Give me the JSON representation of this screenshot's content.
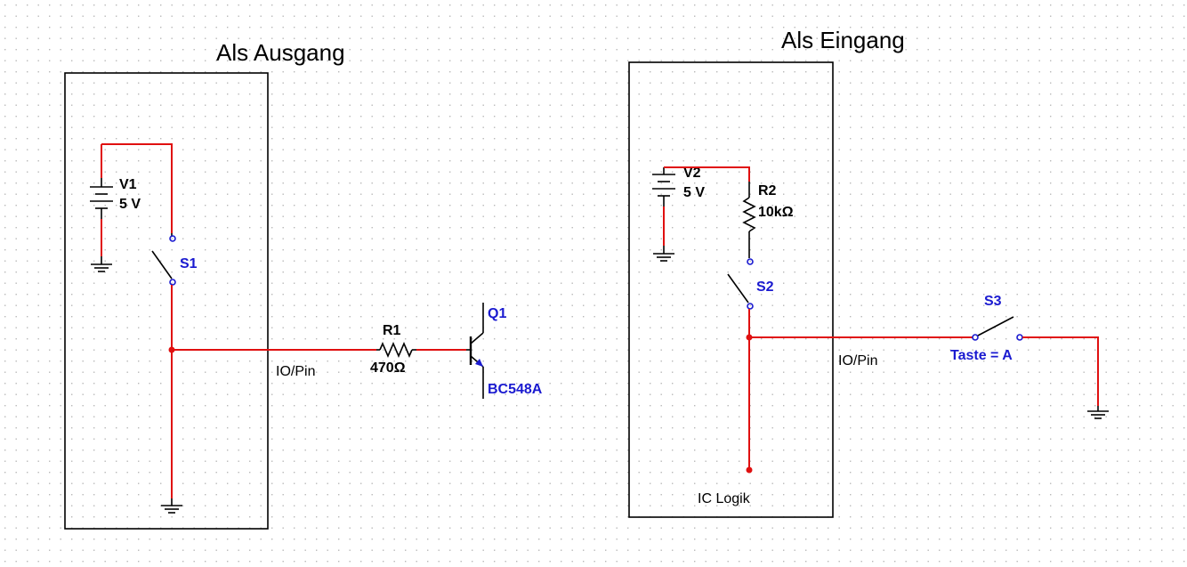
{
  "titles": {
    "left": "Als Ausgang",
    "right": "Als Eingang"
  },
  "components": {
    "v1": {
      "name": "V1",
      "value": "5 V"
    },
    "s1": {
      "name": "S1"
    },
    "r1": {
      "name": "R1",
      "value": "470Ω"
    },
    "q1": {
      "name": "Q1",
      "model": "BC548A"
    },
    "v2": {
      "name": "V2",
      "value": "5 V"
    },
    "r2": {
      "name": "R2",
      "value": "10kΩ"
    },
    "s2": {
      "name": "S2"
    },
    "s3": {
      "name": "S3",
      "key": "Taste = A"
    }
  },
  "nets": {
    "io_pin_left": "IO/Pin",
    "io_pin_right": "IO/Pin",
    "ic_logic": "IC Logik"
  },
  "colors": {
    "wire": "#e01010",
    "component_label": "#1a1ad0",
    "grid_dot": "#b8b8b8"
  }
}
